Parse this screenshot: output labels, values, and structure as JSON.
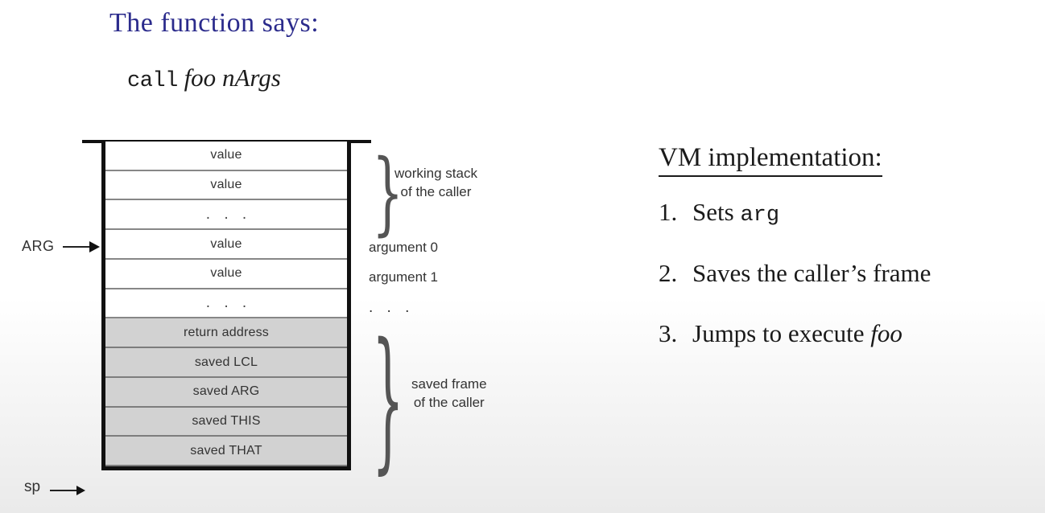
{
  "slide": {
    "heading": "The function says:",
    "command": {
      "mnemonic": "call",
      "function_name": "foo",
      "arg_count_label": "nArgs"
    }
  },
  "stack": {
    "cells": [
      {
        "label": "value",
        "style": "white"
      },
      {
        "label": "value",
        "style": "white"
      },
      {
        "label": ". . .",
        "style": "white-dots"
      },
      {
        "label": "value",
        "style": "white"
      },
      {
        "label": "value",
        "style": "white"
      },
      {
        "label": ". . .",
        "style": "white-dots"
      },
      {
        "label": "return address",
        "style": "gray"
      },
      {
        "label": "saved LCL",
        "style": "gray"
      },
      {
        "label": "saved ARG",
        "style": "gray"
      },
      {
        "label": "saved THIS",
        "style": "gray"
      },
      {
        "label": "saved THAT",
        "style": "gray"
      }
    ],
    "pointers": {
      "arg": "ARG",
      "sp": "sp"
    },
    "annotations": {
      "working_stack": "working stack\nof the caller",
      "argument_0": "argument 0",
      "argument_1": "argument 1",
      "argument_more": ". . .",
      "saved_frame": "saved frame\nof the caller"
    },
    "brace_glyph": "}"
  },
  "vm_panel": {
    "heading": "VM implementation:",
    "steps": [
      {
        "number": "1.",
        "text_before": "Sets ",
        "mono": "arg",
        "text_after": "",
        "italic": ""
      },
      {
        "number": "2.",
        "text_before": "Saves the caller’s frame",
        "mono": "",
        "text_after": "",
        "italic": ""
      },
      {
        "number": "3.",
        "text_before": "Jumps to execute ",
        "mono": "",
        "text_after": "",
        "italic": "foo"
      }
    ]
  },
  "colors": {
    "heading_blue": "#2b2b8c",
    "cell_gray": "#d2d2d2",
    "text_dark": "#333333",
    "border_black": "#111111"
  }
}
